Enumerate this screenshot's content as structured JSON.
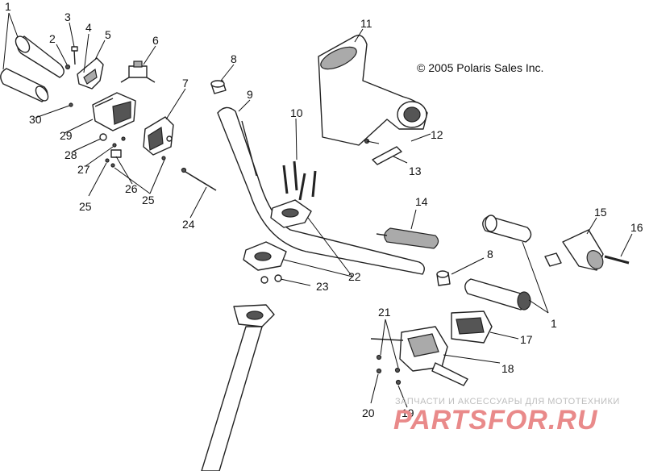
{
  "copyright": "© 2005 Polaris Sales Inc.",
  "watermark": {
    "subtitle": "ЗАПЧАСТИ И АКСЕССУАРЫ ДЛЯ МОТОТЕХНИКИ",
    "brand": "PARTSFOR.RU"
  },
  "callouts": {
    "c1_left": "1",
    "c2": "2",
    "c3": "3",
    "c4": "4",
    "c5": "5",
    "c6": "6",
    "c7": "7",
    "c8_top": "8",
    "c9": "9",
    "c10": "10",
    "c11": "11",
    "c12": "12",
    "c13": "13",
    "c14": "14",
    "c8_right": "8",
    "c15": "15",
    "c16": "16",
    "c1_right": "1",
    "c17": "17",
    "c18": "18",
    "c19": "19",
    "c20": "20",
    "c21": "21",
    "c22": "22",
    "c23": "23",
    "c24": "24",
    "c25_left": "25",
    "c25_right": "25",
    "c26": "26",
    "c27": "27",
    "c28": "28",
    "c29": "29",
    "c30": "30"
  }
}
